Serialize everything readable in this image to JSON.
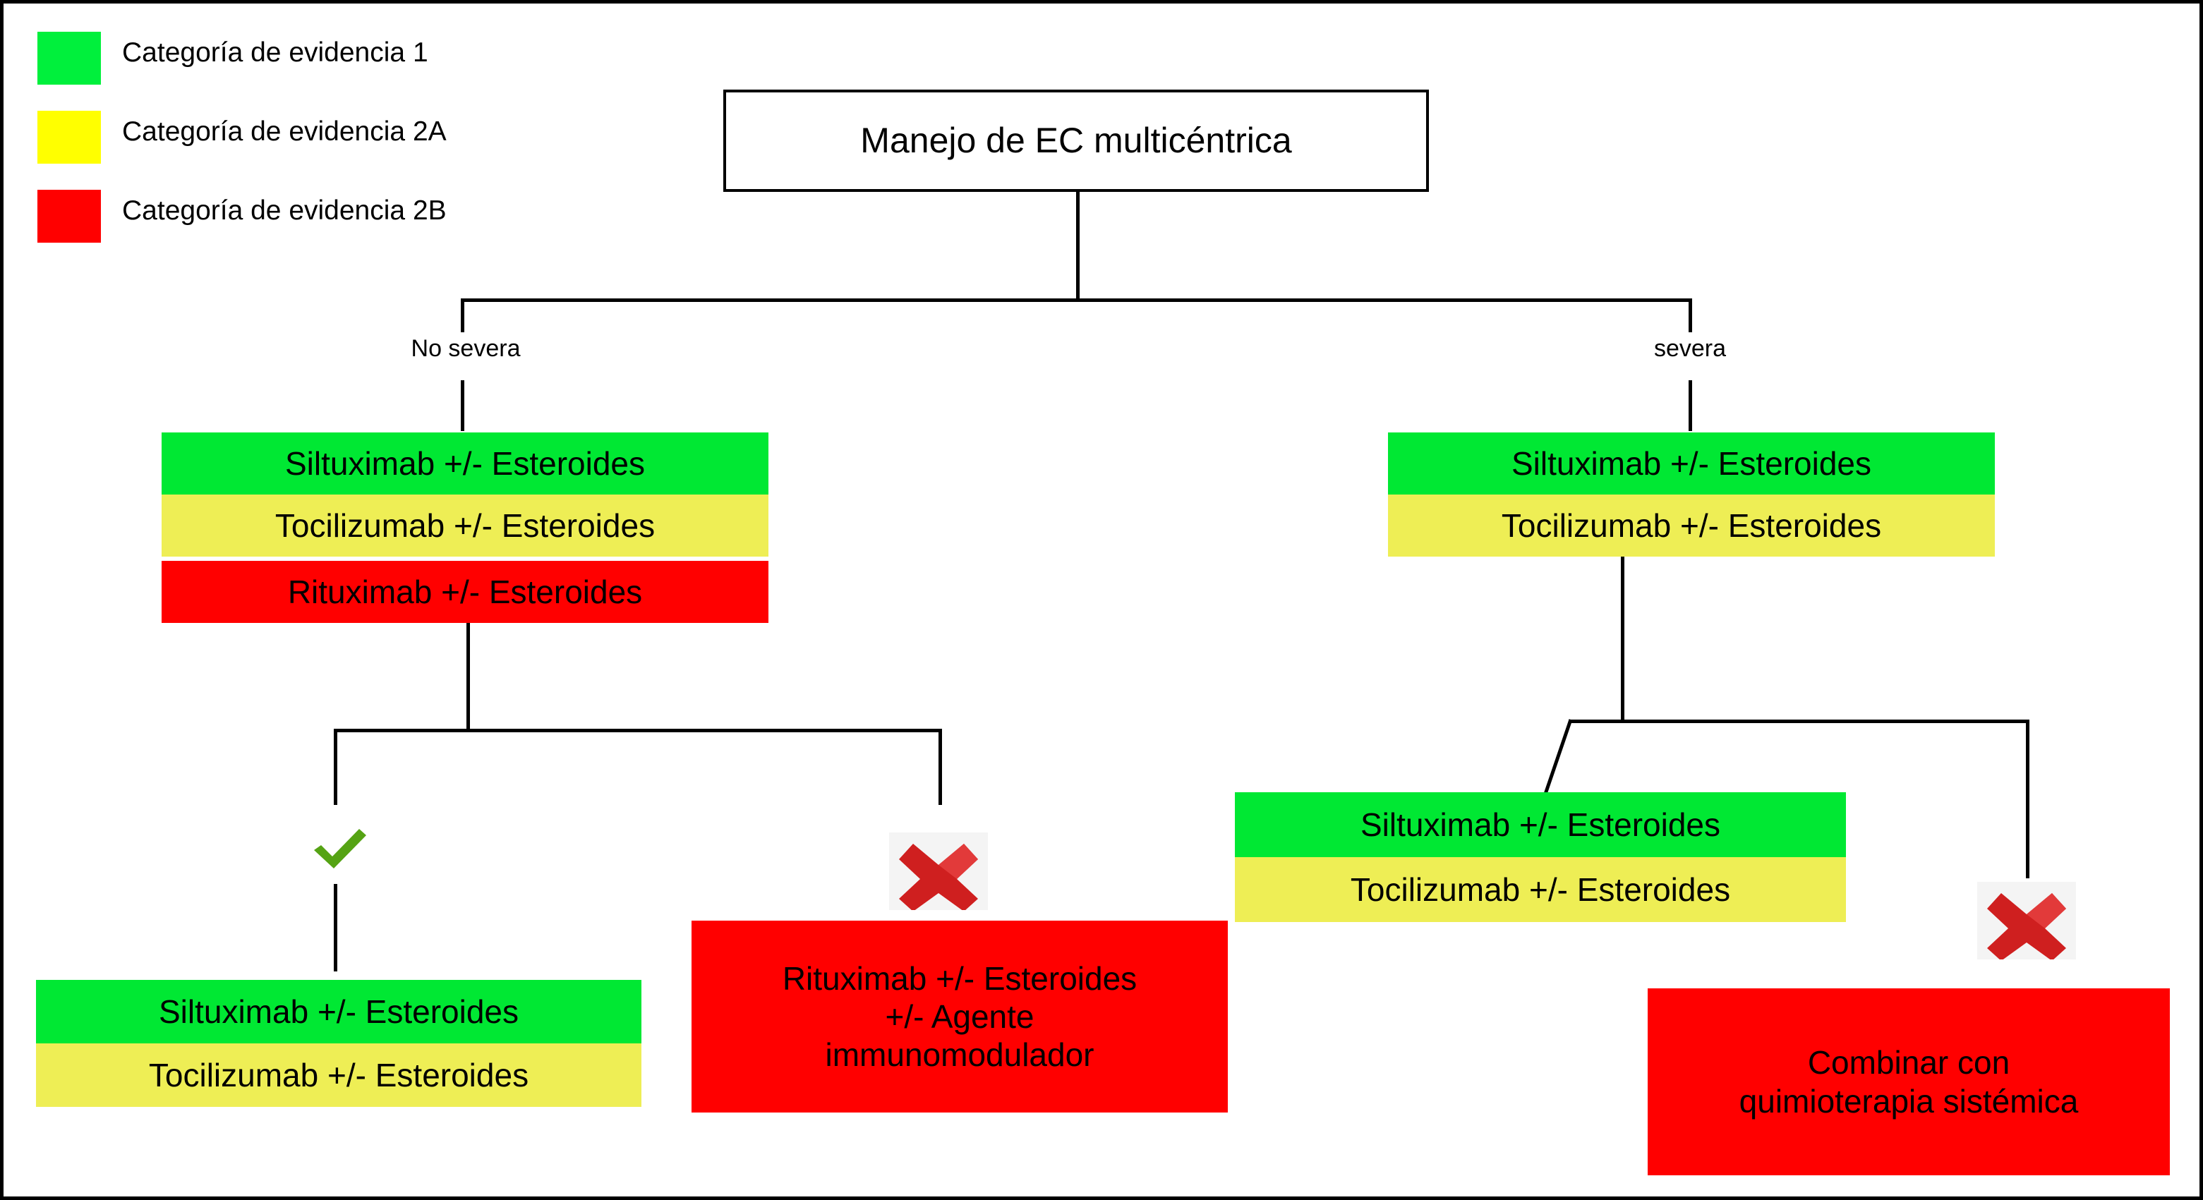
{
  "legend": {
    "items": [
      {
        "label": "Categoría de evidencia 1",
        "color": "#00F03C",
        "icon": "green-swatch"
      },
      {
        "label": "Categoría de evidencia 2A",
        "color": "#FFFF00",
        "icon": "yellow-swatch"
      },
      {
        "label": "Categoría de evidencia 2B",
        "color": "#FF0000",
        "icon": "red-swatch"
      }
    ]
  },
  "diagram": {
    "type": "flowchart",
    "root": {
      "label": "Manejo de EC multicéntrica"
    },
    "branch_labels": {
      "left": "No severa",
      "right": "severa"
    },
    "colors": {
      "category_1": "#00E833",
      "category_2a": "#EEEE55",
      "category_2b": "#FF0000",
      "legend_2a": "#FFFF00",
      "line": "#000000",
      "check": "#55A314",
      "cross": "#D32020",
      "background": "#FFFFFF"
    },
    "nodes": {
      "left_first_line": {
        "rows": [
          {
            "label": "Siltuximab +/- Esteroides",
            "category": "1"
          },
          {
            "label": "Tocilizumab +/- Esteroides",
            "category": "2A"
          },
          {
            "label": "Rituximab +/- Esteroides",
            "category": "2B"
          }
        ]
      },
      "right_first_line": {
        "rows": [
          {
            "label": "Siltuximab +/- Esteroides",
            "category": "1"
          },
          {
            "label": "Tocilizumab +/- Esteroides",
            "category": "2A"
          }
        ]
      },
      "right_second_line": {
        "rows": [
          {
            "label": "Siltuximab +/- Esteroides",
            "category": "1"
          },
          {
            "label": "Tocilizumab +/- Esteroides",
            "category": "2A"
          }
        ]
      },
      "left_second_line_success": {
        "rows": [
          {
            "label": "Siltuximab +/- Esteroides",
            "category": "1"
          },
          {
            "label": "Tocilizumab +/- Esteroides",
            "category": "2A"
          }
        ]
      },
      "left_second_line_failure": {
        "category": "2B",
        "lines": [
          "Rituximab +/- Esteroides",
          "+/- Agente",
          "immunomodulador"
        ]
      },
      "right_second_line_failure": {
        "category": "2B",
        "lines": [
          "Combinar con",
          "quimioterapia sistémica"
        ]
      }
    },
    "outcome_icons": {
      "left_response": "check-icon",
      "left_no_response": "cross-icon",
      "right_response": "check-icon",
      "right_no_response": "cross-icon"
    }
  }
}
